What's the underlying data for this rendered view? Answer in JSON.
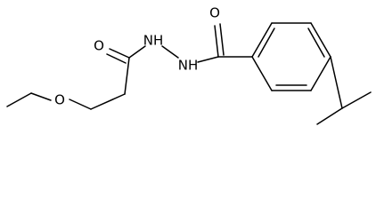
{
  "molecule": {
    "atoms": {
      "ether_oxygen": "O",
      "amide_oxygen_left": "O",
      "amide_oxygen_right": "O",
      "nh_left": "NH",
      "nh_right": "NH"
    }
  }
}
